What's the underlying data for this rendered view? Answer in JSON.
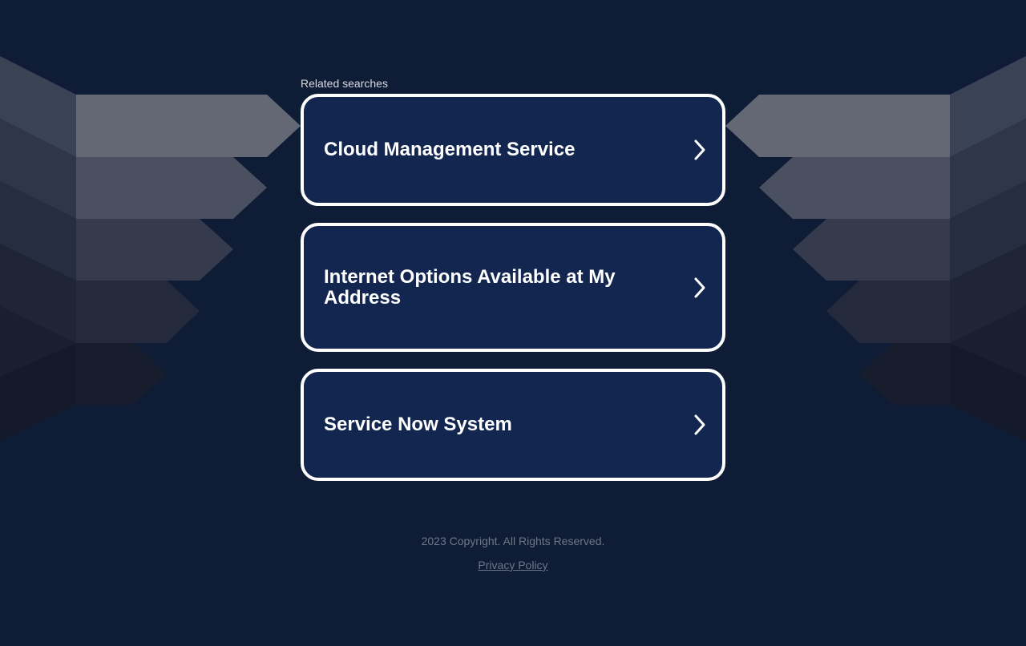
{
  "related": {
    "label": "Related searches",
    "items": [
      {
        "label": "Cloud Management Service",
        "icon": "chevron-right-icon"
      },
      {
        "label": "Internet Options Available at My Address",
        "icon": "chevron-right-icon"
      },
      {
        "label": "Service Now System",
        "icon": "chevron-right-icon"
      }
    ]
  },
  "footer": {
    "copyright": "2023 Copyright. All Rights Reserved.",
    "privacy_link": "Privacy Policy"
  },
  "colors": {
    "background": "#0f1c36",
    "card_background": "#12264f",
    "card_border": "#ffffff",
    "footer_text": "#6f7788"
  }
}
